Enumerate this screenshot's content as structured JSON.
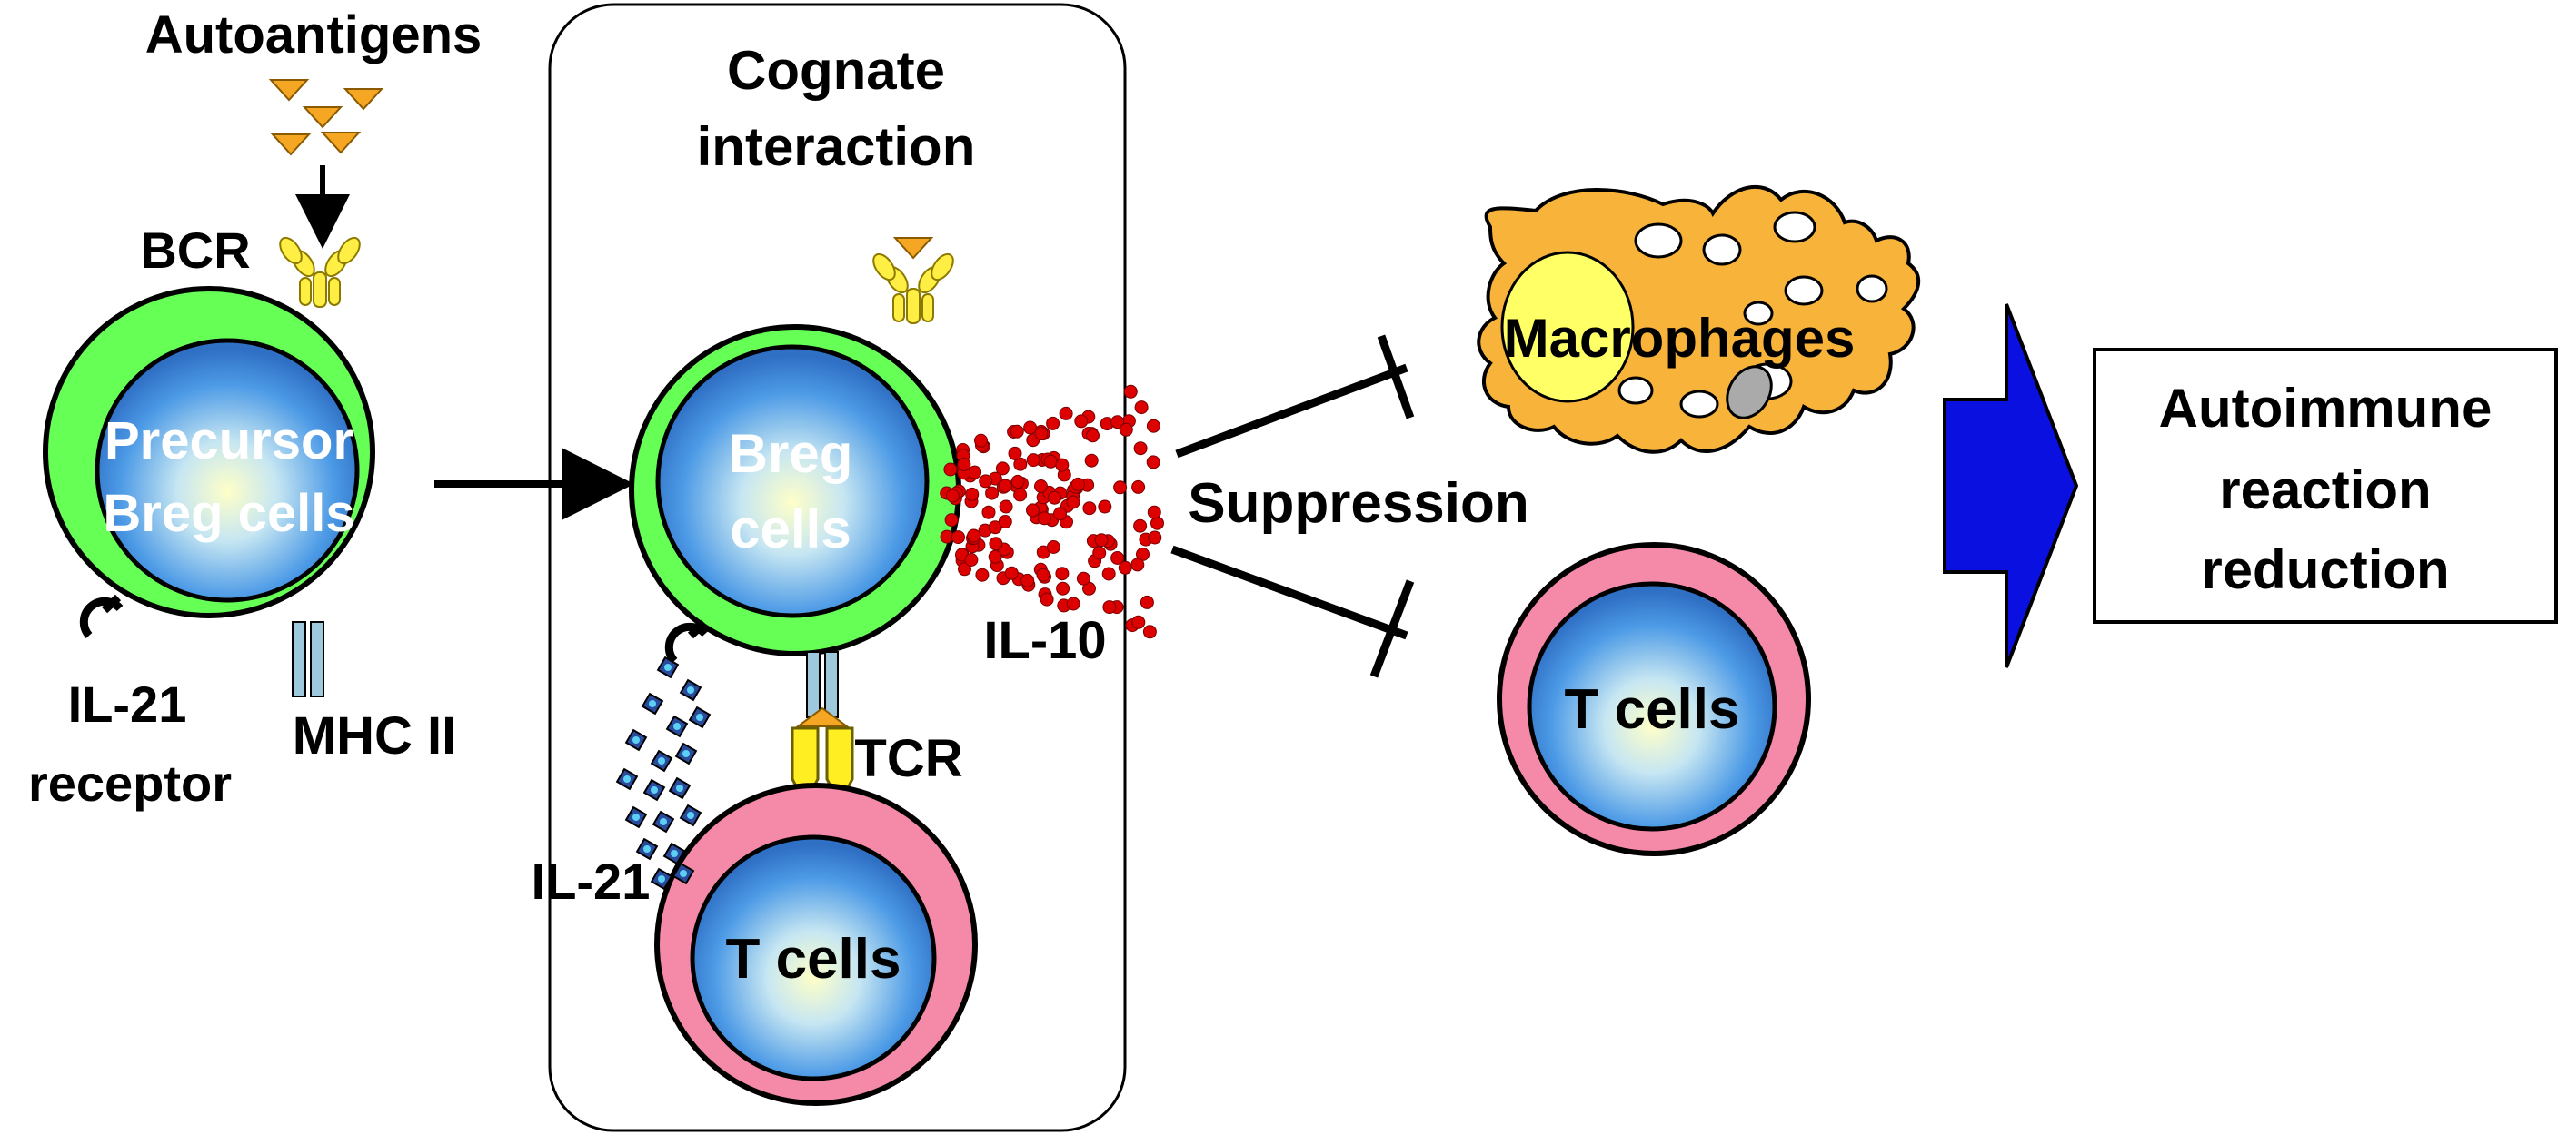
{
  "labels": {
    "autoantigens": "Autoantigens",
    "bcr": "BCR",
    "precursor_line1": "Precursor",
    "precursor_line2": "Breg cells",
    "il21_receptor_line1": "IL-21",
    "il21_receptor_line2": "receptor",
    "mhc2": "MHC II",
    "cognate_line1": "Cognate",
    "cognate_line2": "interaction",
    "breg_line1": "Breg",
    "breg_line2": "cells",
    "tcr": "TCR",
    "il21": "IL-21",
    "il10": "IL-10",
    "t_cells_bottom": "T cells",
    "suppression": "Suppression",
    "macrophages": "Macrophages",
    "t_cells_right": "T cells",
    "outcome_line1": "Autoimmune",
    "outcome_line2": "reaction",
    "outcome_line3": "reduction"
  },
  "colors": {
    "breg_membrane": "#66ff55",
    "t_cell_membrane": "#f48aa8",
    "nucleus_blue": "#3f8fe0",
    "antigen": "#f5a623",
    "bcr_yellow": "#ffee44",
    "il10_red": "#dd0000",
    "mhc_blue": "#9ec9dd",
    "macrophage": "#f7b33a",
    "big_arrow": "#0a10e0"
  },
  "icons": [
    "antigen-icon",
    "bcr-receptor-icon",
    "il21-receptor-icon",
    "mhc2-icon",
    "tcr-icon",
    "il21-cytokine-icon",
    "il10-dot-icon",
    "macrophage-icon",
    "inhibition-arrow-icon",
    "block-arrow-icon"
  ]
}
